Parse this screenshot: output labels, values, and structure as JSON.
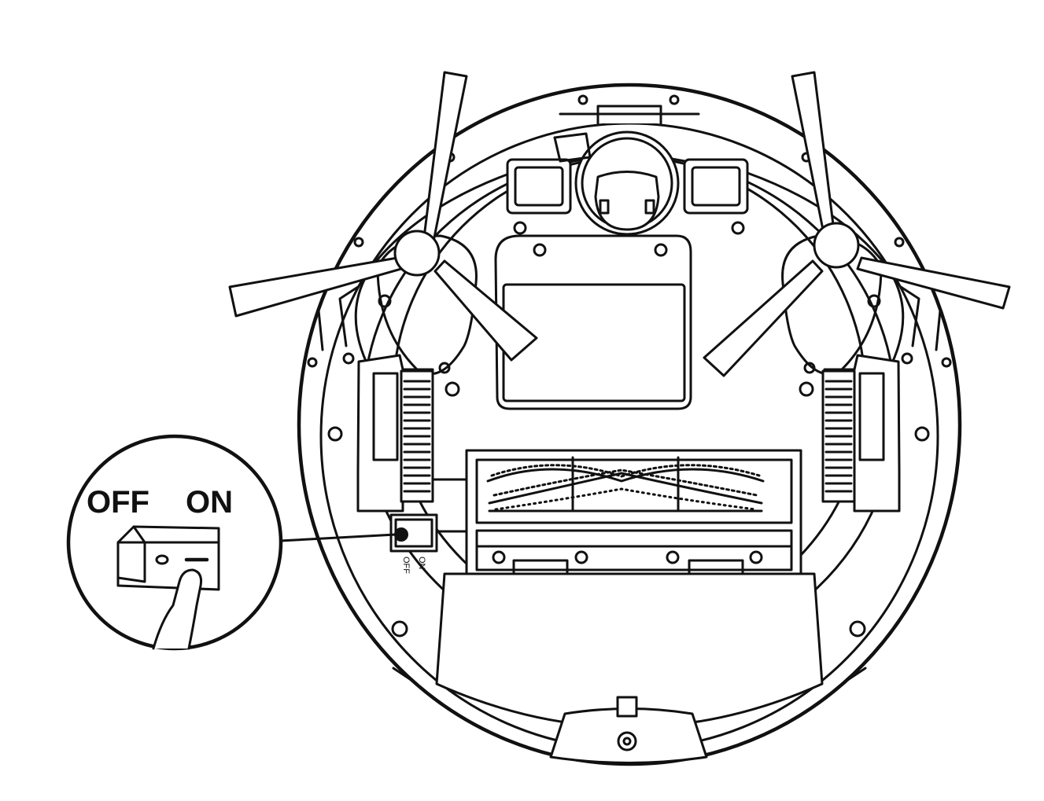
{
  "diagram": {
    "callout": {
      "off_label": "OFF",
      "on_label": "ON"
    },
    "switch_labels": {
      "on": "ON",
      "off": "OFF"
    },
    "line_color": "#111111",
    "background": "#ffffff"
  }
}
